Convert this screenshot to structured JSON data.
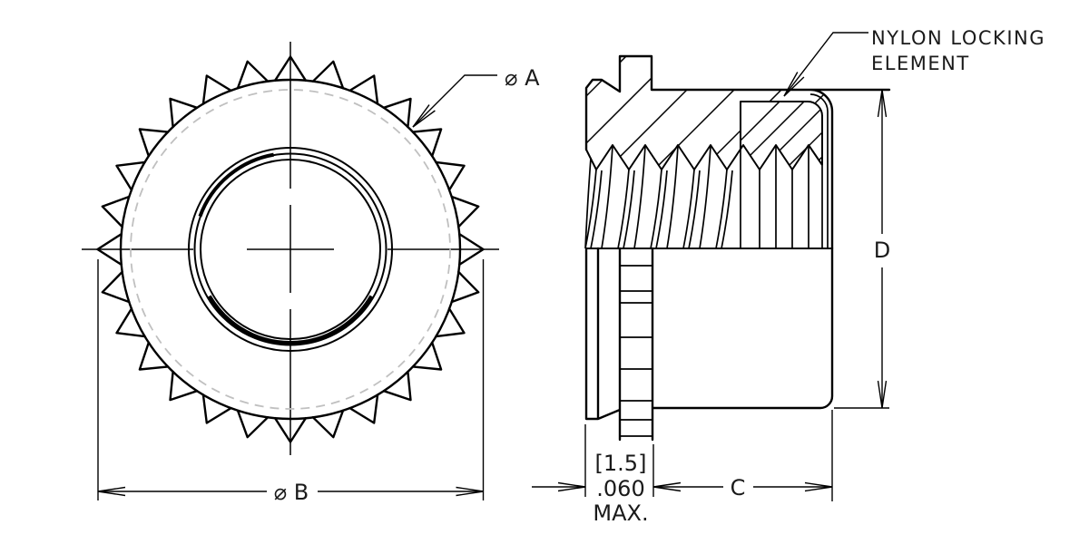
{
  "drawing": {
    "labels": {
      "dia_a": "⌀ A",
      "dia_b": "⌀ B",
      "dim_c": "C",
      "dim_d": "D",
      "shoulder_metric": "[1.5]",
      "shoulder_inch": ".060",
      "shoulder_qualifier": "MAX.",
      "note_line1": "NYLON LOCKING",
      "note_line2": "ELEMENT"
    },
    "colors": {
      "line": "#000000",
      "dashed_circle": "#c0c0c0",
      "background": "#ffffff",
      "text": "#1a1a1a"
    }
  }
}
